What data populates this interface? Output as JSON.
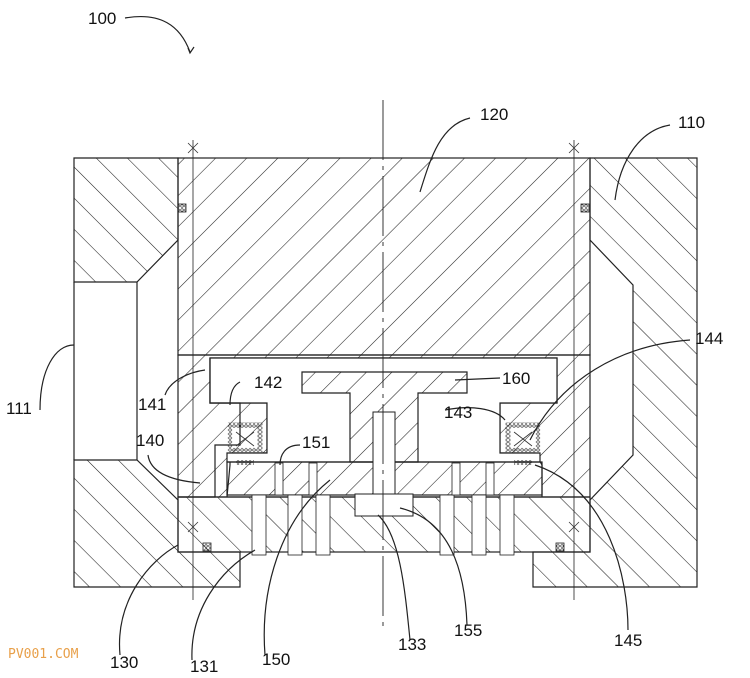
{
  "figure": {
    "labels": {
      "assembly": "100",
      "body": "110",
      "body_opening": "111",
      "top_block": "120",
      "lower_plate": "130",
      "lower_plate_edge": "131",
      "shaft_end": "133",
      "housing": "140",
      "housing_wall": "141",
      "housing_step": "142",
      "seal_seat": "143",
      "seal": "144",
      "seal_lip": "145",
      "inner_plate": "150",
      "inner_plate_hole": "151",
      "pin_recess": "155",
      "t_member": "160"
    },
    "watermark": "PV001.COM"
  }
}
